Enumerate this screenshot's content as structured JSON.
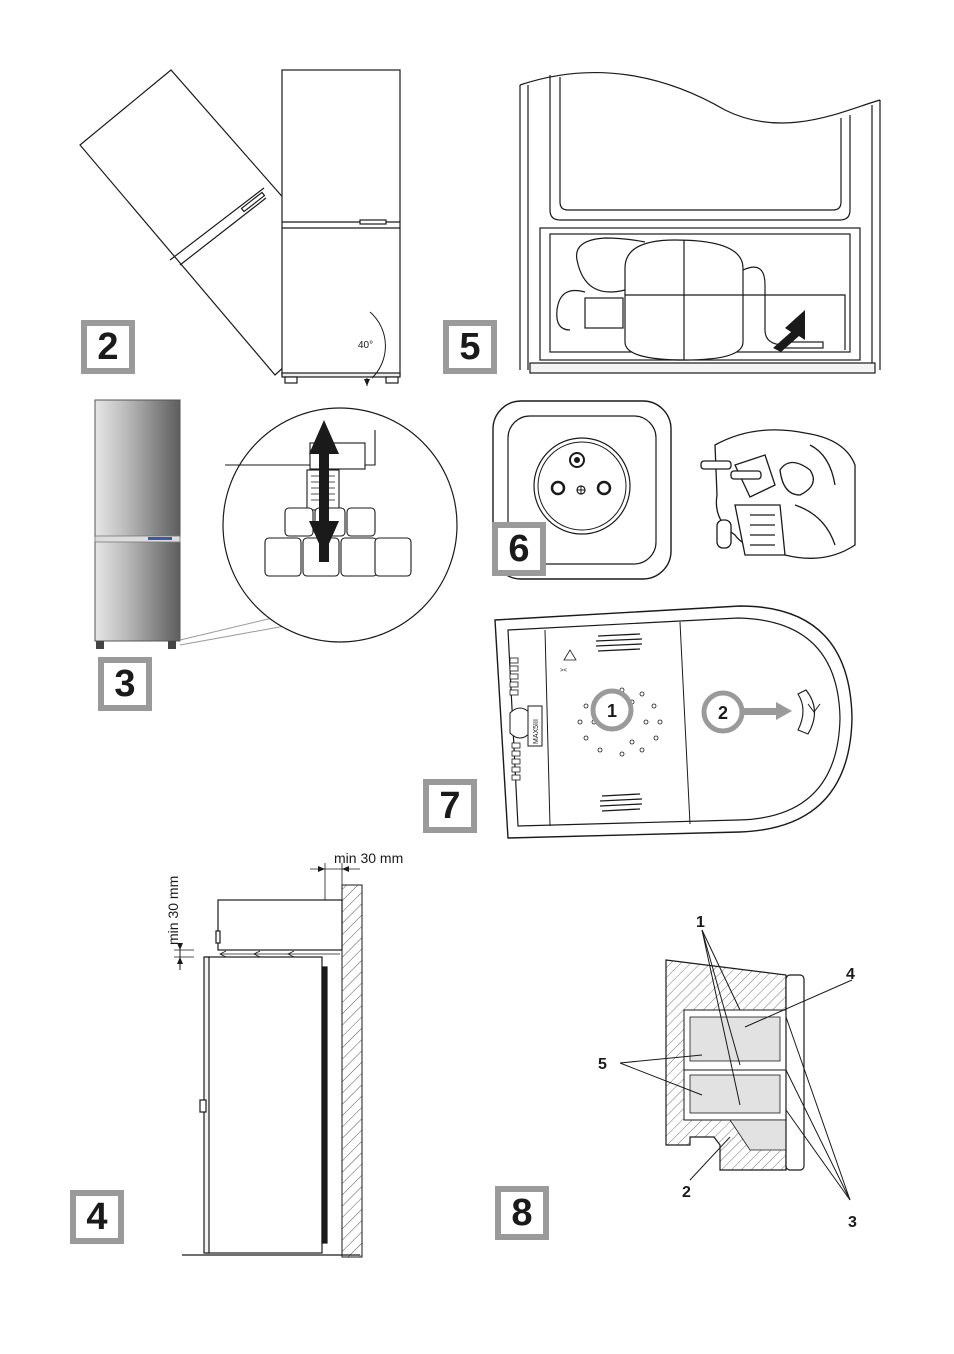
{
  "figures": {
    "fig2": {
      "badge": "2",
      "angle_label": "40°"
    },
    "fig3": {
      "badge": "3"
    },
    "fig4": {
      "badge": "4",
      "top_gap": "min 30 mm",
      "back_gap": "min 30 mm"
    },
    "fig5": {
      "badge": "5"
    },
    "fig6": {
      "badge": "6"
    },
    "fig7": {
      "badge": "7",
      "marker_1": "1",
      "marker_2": "2",
      "panel_label": "MAX5III"
    },
    "fig8": {
      "badge": "8",
      "callouts": [
        "1",
        "2",
        "3",
        "4",
        "5"
      ]
    }
  },
  "colors": {
    "badge_border": "#9a9a9a",
    "line": "#1a1a1a",
    "hatch": "#555555",
    "steel_light": "#d8d8d8",
    "steel_dark": "#6f6f6f"
  }
}
